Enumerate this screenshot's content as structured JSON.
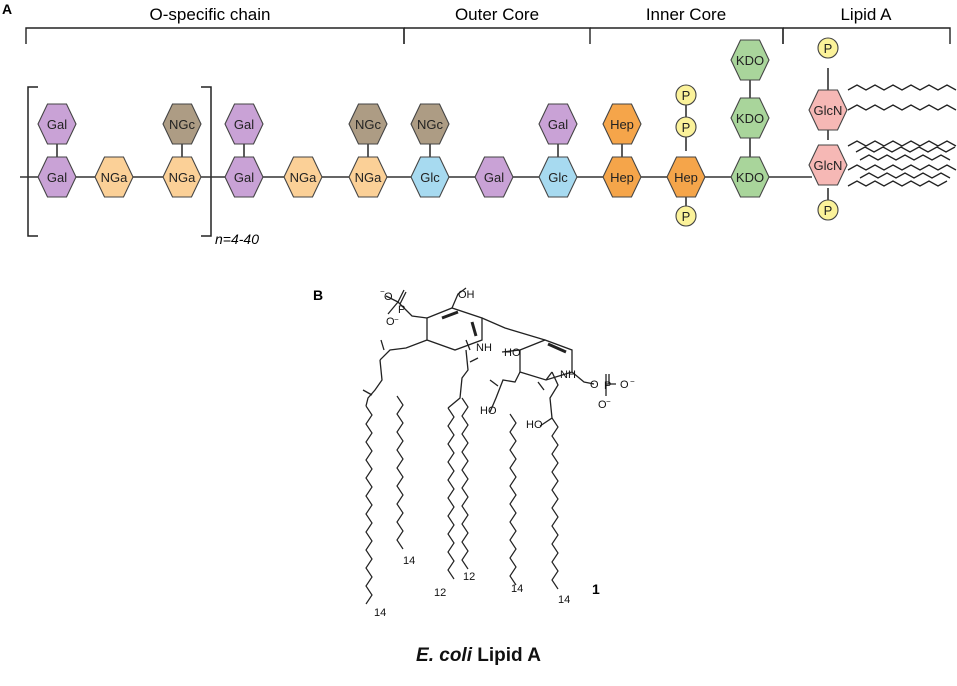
{
  "panel_a": {
    "label": "A",
    "sections": [
      "O-specific chain",
      "Outer Core",
      "Inner Core",
      "Lipid A"
    ],
    "repeat_label": "n=4-40",
    "colors": {
      "Gal": "#c9a2d6",
      "NGa": "#fbd097",
      "NGc": "#ad9c84",
      "Glc": "#a7daf0",
      "Hep": "#f5a54a",
      "KDO": "#a9d59b",
      "GlcN": "#f6b8b5",
      "P": "#fbf29a",
      "stroke": "#444444"
    },
    "main_chain": [
      "Gal",
      "NGa",
      "NGa",
      "Gal",
      "NGa",
      "NGa",
      "Glc",
      "Gal",
      "Glc",
      "Hep",
      "Hep",
      "KDO"
    ],
    "branches_above": [
      {
        "on": 0,
        "label": "Gal"
      },
      {
        "on": 2,
        "label": "NGc"
      },
      {
        "on": 3,
        "label": "Gal"
      },
      {
        "on": 5,
        "label": "NGc"
      },
      {
        "on": 6,
        "label": "NGc"
      },
      {
        "on": 8,
        "label": "Gal"
      },
      {
        "on": 9,
        "label": "Hep"
      }
    ],
    "hep_phosphates": [
      "P",
      "P",
      "P"
    ],
    "kdo_stack": [
      "KDO",
      "KDO",
      "KDO"
    ],
    "lipid_a": [
      "GlcN",
      "GlcN",
      "P",
      "P"
    ]
  },
  "panel_b": {
    "label": "B",
    "compound_number": "1",
    "chain_lengths": [
      "14",
      "14",
      "12",
      "12",
      "14",
      "14"
    ],
    "groups": [
      "OH",
      "NH",
      "HO",
      "NH",
      "HO",
      "HO",
      "O",
      "P",
      "O",
      "O"
    ],
    "charges": [
      "−",
      "−",
      "−",
      "−"
    ]
  },
  "caption": {
    "species": "E. coli",
    "rest": "Lipid A"
  }
}
